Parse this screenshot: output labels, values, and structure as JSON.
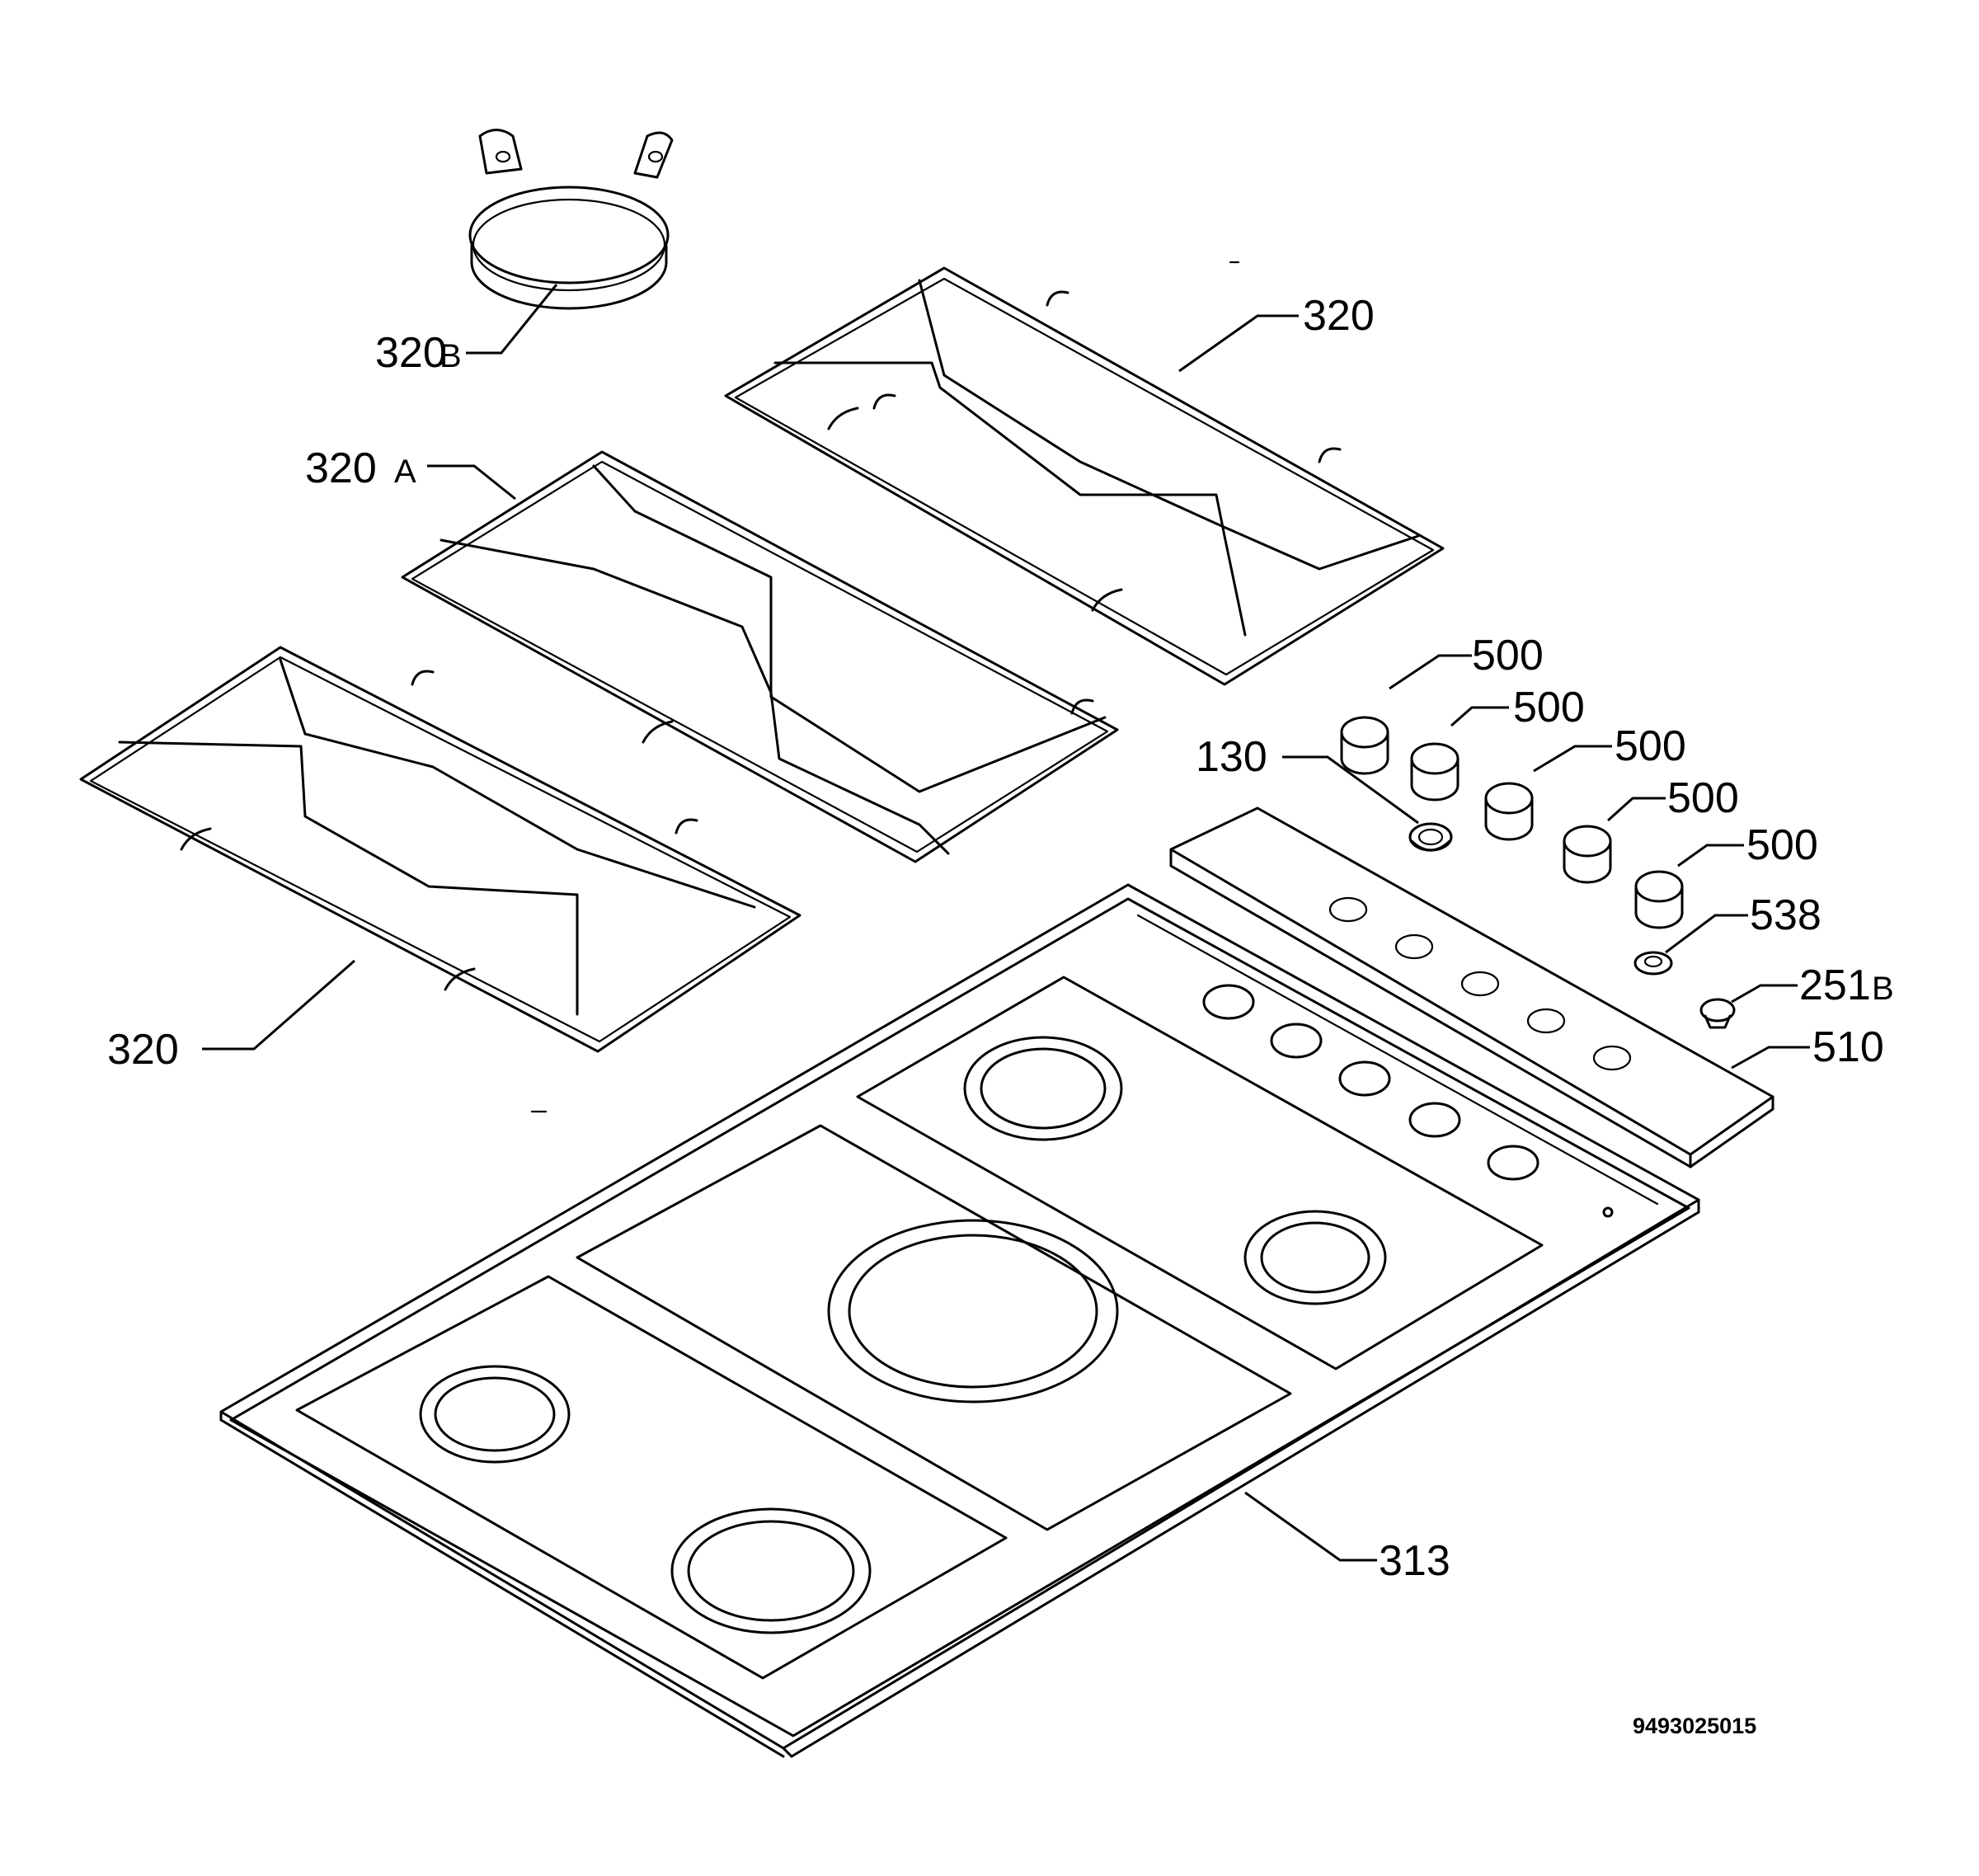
{
  "diagram": {
    "labels": {
      "grid_320b": "320",
      "grid_320b_suffix": "B",
      "grid_320a": "320",
      "grid_320a_suffix": "A",
      "grid_320_right": "320",
      "grid_320_left": "320",
      "knob_1": "500",
      "knob_2": "500",
      "knob_3": "500",
      "knob_4": "500",
      "knob_5": "500",
      "part_130": "130",
      "part_538": "538",
      "part_251": "251",
      "part_251_suffix": "B",
      "part_510": "510",
      "part_313": "313"
    },
    "document_number": "9493025015"
  }
}
